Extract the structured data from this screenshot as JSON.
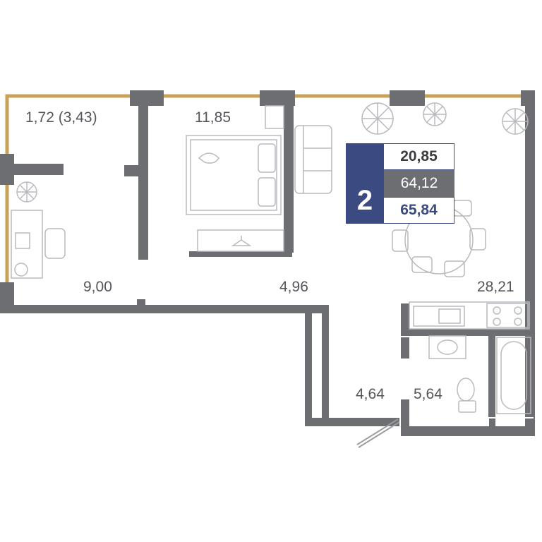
{
  "colors": {
    "wall": "#6d6e72",
    "window": "#c9a25a",
    "furniture_line": "#b9babd",
    "badge_accent": "#3b4a80"
  },
  "rooms": {
    "balcony": "1,72 (3,43)",
    "bedroom_small": "11,85",
    "study": "9,00",
    "hall": "4,96",
    "living_kitchen": "28,21",
    "corridor": "4,64",
    "bathroom": "5,64"
  },
  "badge": {
    "room_count": "2",
    "living_area": "20,85",
    "total_area_no_balcony": "64,12",
    "total_area": "65,84"
  }
}
